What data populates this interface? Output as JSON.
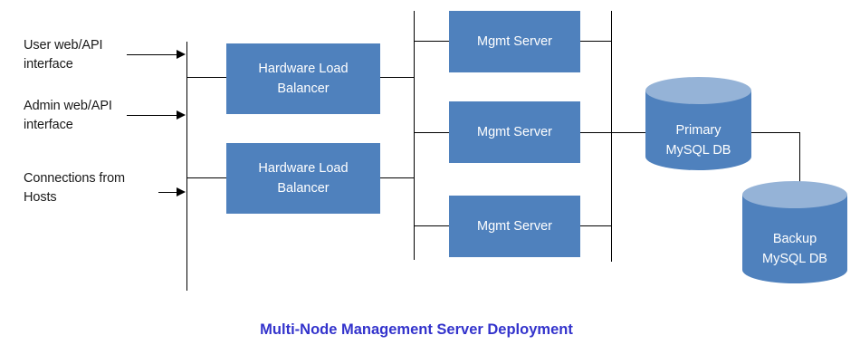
{
  "diagram": {
    "caption": "Multi-Node Management Server Deployment",
    "caption_color": "#3333CC",
    "node_fill_color": "#4F81BD",
    "cylinder_top_color": "#95B3D7",
    "line_color": "#000000",
    "background_color": "#FFFFFF",
    "inputs": [
      {
        "label": "User web/API\ninterface"
      },
      {
        "label": "Admin web/API\ninterface"
      },
      {
        "label": "Connections from\nHosts"
      }
    ],
    "load_balancers": [
      {
        "label": "Hardware Load\nBalancer"
      },
      {
        "label": "Hardware Load\nBalancer"
      }
    ],
    "mgmt_servers": [
      {
        "label": "Mgmt Server"
      },
      {
        "label": "Mgmt Server"
      },
      {
        "label": "Mgmt Server"
      }
    ],
    "databases": [
      {
        "label": "Primary\nMySQL DB"
      },
      {
        "label": "Backup\nMySQL DB"
      }
    ]
  }
}
